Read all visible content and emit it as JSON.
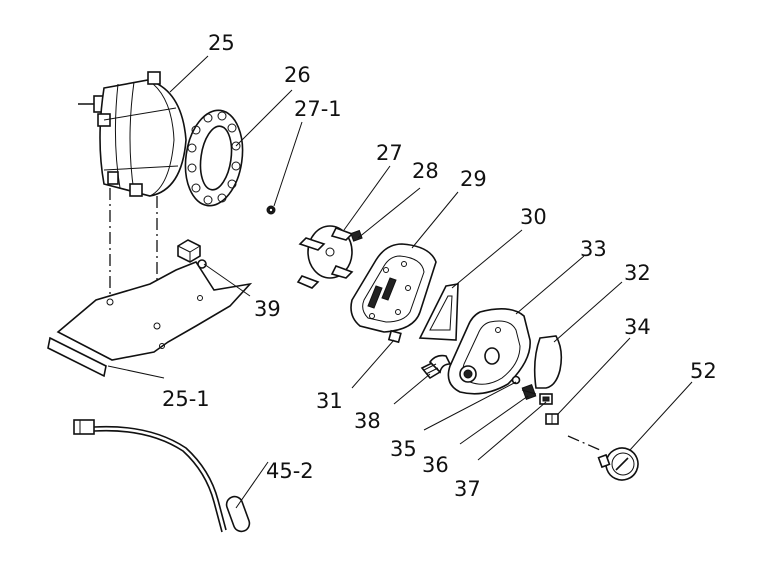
{
  "diagram": {
    "labels": {
      "l25": "25",
      "l26": "26",
      "l27_1": "27-1",
      "l27": "27",
      "l28": "28",
      "l29": "29",
      "l30": "30",
      "l33": "33",
      "l32": "32",
      "l34": "34",
      "l52": "52",
      "l39": "39",
      "l25_1": "25-1",
      "l31": "31",
      "l38": "38",
      "l35": "35",
      "l36": "36",
      "l37": "37",
      "l45_2": "45-2"
    }
  }
}
